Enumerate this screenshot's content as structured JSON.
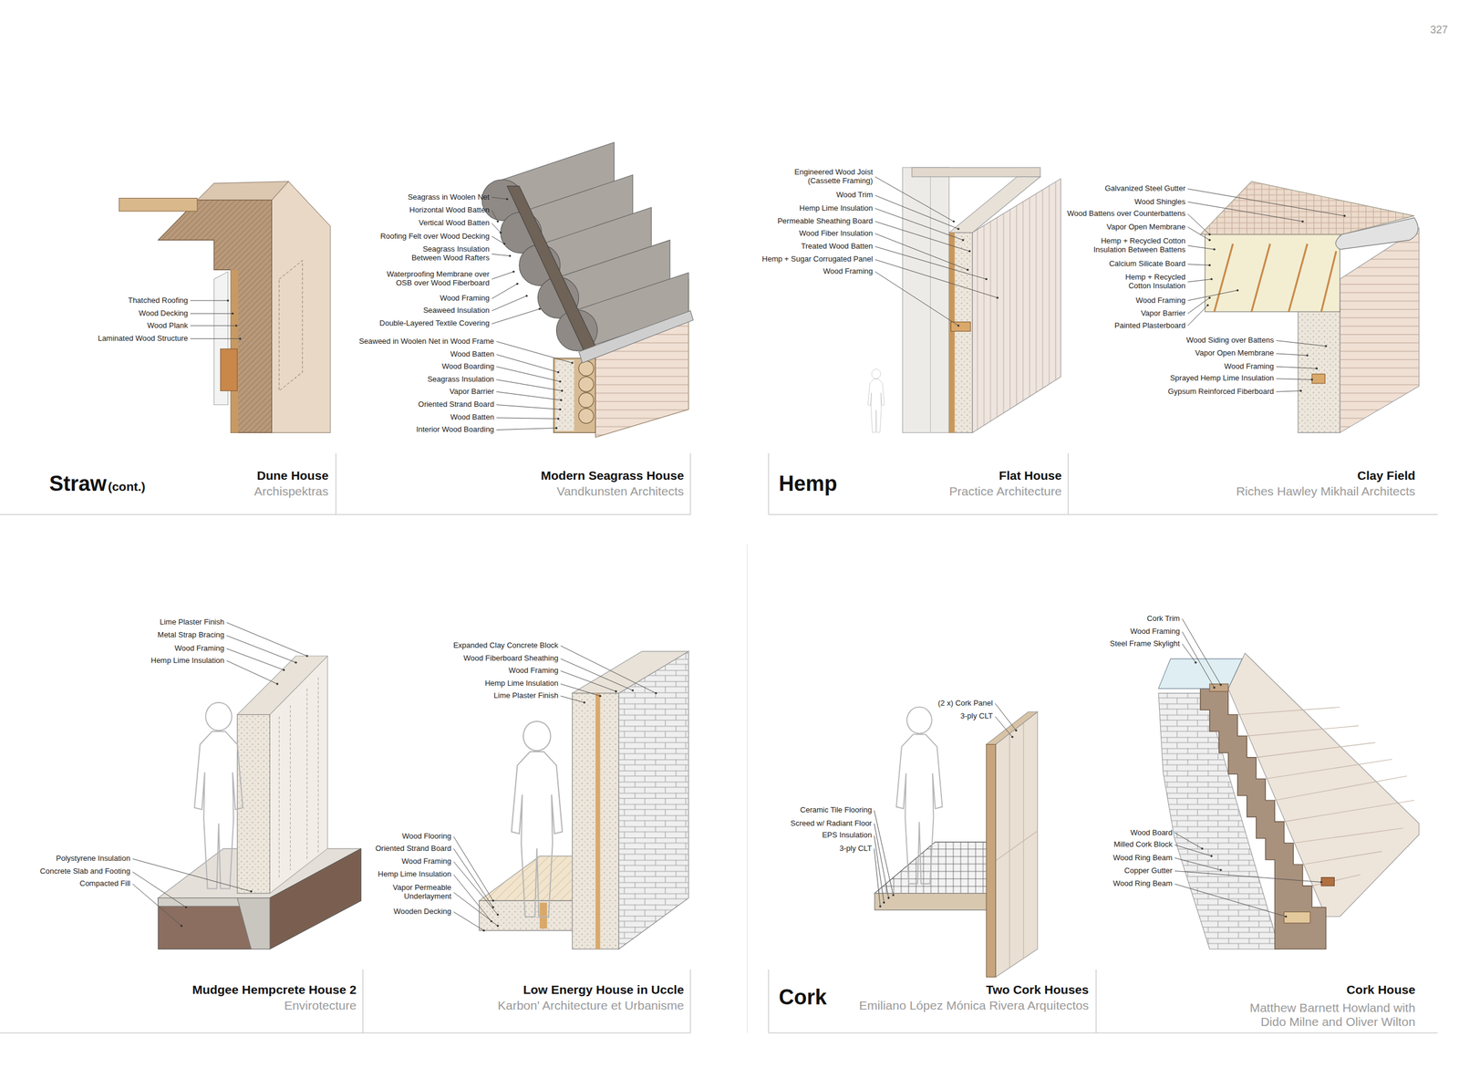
{
  "diagram": {
    "labels": [
      "327",
      "Thatched Roofing",
      "Wood Decking",
      "Wood Plank",
      "Laminated Wood Structure",
      "Seagrass in Woolen Net",
      "Horizontal Wood Batten",
      "Vertical Wood Batten",
      "Roofing Felt over Wood Decking",
      "Seagrass Insulation Between Wood Rafters",
      "Waterproofing Membrane over OSB over Wood Fiberboard",
      "Wood Framing",
      "Seaweed Insulation",
      "Double-Layered Textile Covering",
      "Seaweed in Woolen Net in Wood Frame",
      "Wood Batten",
      "Wood Boarding",
      "Seagrass Insulation",
      "Vapor Barrier",
      "Oriented Strand Board",
      "Wood Batten",
      "Interior Wood Boarding",
      "Engineered Wood Joist (Cassette Framing)",
      "Wood Trim",
      "Hemp Lime Insulation",
      "Permeable Sheathing Board",
      "Wood Fiber Insulation",
      "Treated Wood Batten",
      "Hemp + Sugar Corrugated Panel",
      "Wood Framing",
      "Galvanized Steel Gutter",
      "Wood Shingles",
      "Wood Battens over Counterbattens",
      "Vapor Open Membrane",
      "Hemp + Recycled Cotton Insulation Between Battens",
      "Calcium Silicate Board",
      "Hemp + Recycled Cotton Insulation",
      "Wood Framing",
      "Vapor Barrier",
      "Painted Plasterboard",
      "Wood Siding over Battens",
      "Vapor Open Membrane",
      "Wood Framing",
      "Sprayed Hemp Lime Insulation",
      "Gypsum Reinforced Fiberboard",
      "Straw",
      "(cont.)",
      "Dune House",
      "Archispektras",
      "Modern Seagrass House",
      "Vandkunsten Architects",
      "Hemp",
      "Flat House",
      "Practice Architecture",
      "Clay Field",
      "Riches Hawley Mikhail Architects",
      "Lime Plaster Finish",
      "Metal Strap Bracing",
      "Wood Framing",
      "Hemp Lime Insulation",
      "Polystyrene Insulation",
      "Concrete Slab and Footing",
      "Compacted Fill",
      "Expanded Clay Concrete Block",
      "Wood Fiberboard Sheathing",
      "Wood Framing",
      "Hemp Lime Insulation",
      "Lime Plaster Finish",
      "Wood Flooring",
      "Oriented Strand Board",
      "Wood Framing",
      "Hemp Lime Insulation",
      "Vapor Permeable Underlayment",
      "Wooden Decking",
      "Mudgee Hempcrete House 2",
      "Envirotecture",
      "Low Energy House in Uccle",
      "Karbon' Architecture et Urbanisme",
      "(2 x) Cork Panel",
      "3-ply CLT",
      "Ceramic Tile Flooring",
      "Screed w/ Radiant Floor",
      "EPS Insulation",
      "3-ply CLT",
      "Cork Trim",
      "Wood Framing",
      "Steel Frame Skylight",
      "Wood Board",
      "Milled Cork Block",
      "Wood Ring Beam",
      "Copper Gutter",
      "Wood Ring Beam",
      "Cork",
      "Two Cork Houses",
      "Emiliano López Mónica Rivera Arquitectos",
      "Cork House",
      "Matthew Barnett Howland with Dido Milne and Oliver Wilton"
    ]
  }
}
